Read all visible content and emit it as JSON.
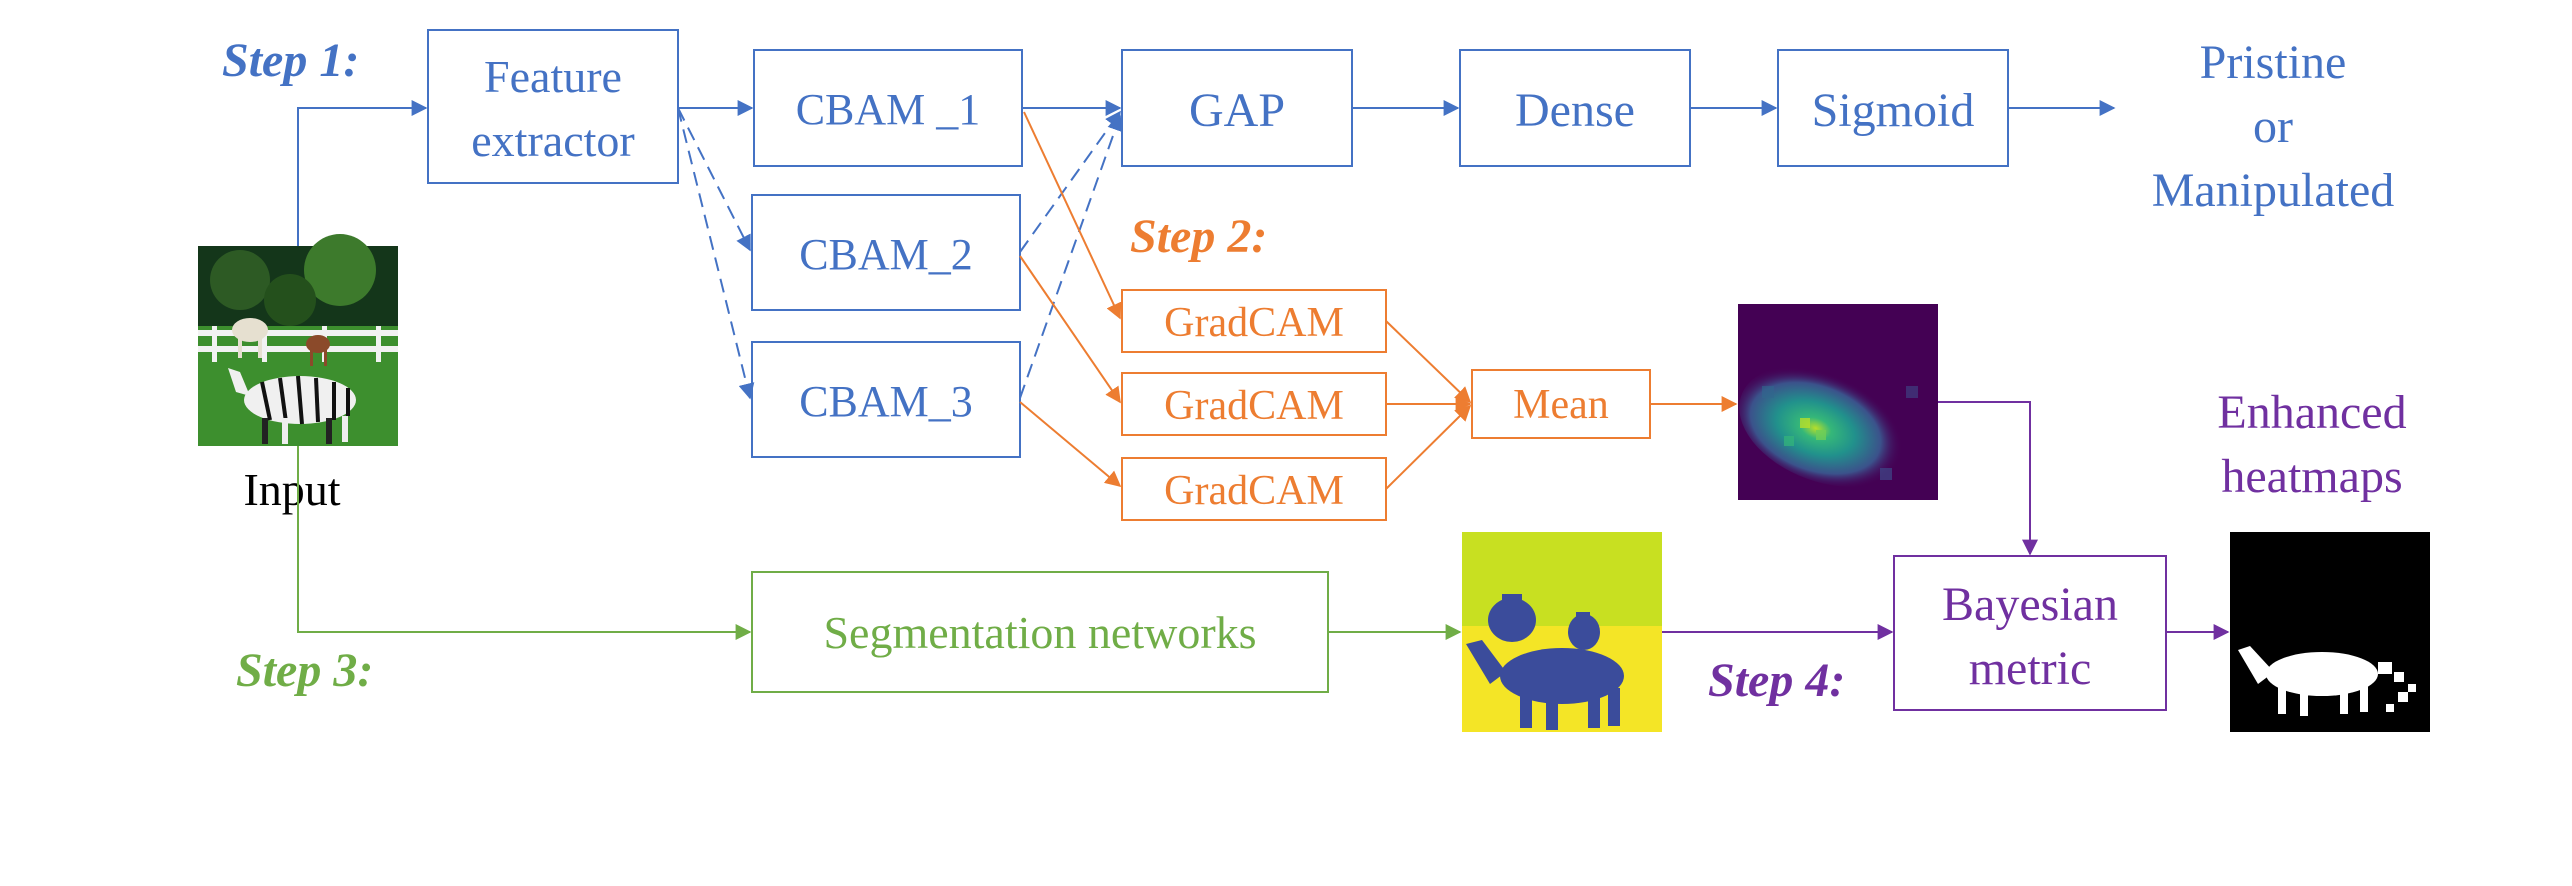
{
  "colors": {
    "blue": "#4472C4",
    "orange": "#ED7D31",
    "green": "#70AD47",
    "purple": "#7030A0",
    "black": "#000000"
  },
  "steps": {
    "step1": "Step 1:",
    "step2": "Step 2:",
    "step3": "Step 3:",
    "step4": "Step 4:"
  },
  "input": {
    "label": "Input",
    "image": "zebra-and-horses-photo"
  },
  "classification_branch": {
    "feature_extractor": [
      "Feature",
      "extractor"
    ],
    "cbam": [
      "CBAM _1",
      "CBAM_2",
      "CBAM_3"
    ],
    "gap": "GAP",
    "dense": "Dense",
    "sigmoid": "Sigmoid",
    "output": [
      "Pristine",
      "or",
      "Manipulated"
    ]
  },
  "gradcam_branch": {
    "gradcam": [
      "GradCAM",
      "GradCAM",
      "GradCAM"
    ],
    "mean": "Mean",
    "image": "averaged-gradcam-heatmap"
  },
  "segmentation_branch": {
    "segmentation": "Segmentation networks",
    "image": "segmentation-mask"
  },
  "fusion": {
    "bayesian": [
      "Bayesian",
      "metric"
    ],
    "output_label": [
      "Enhanced",
      "heatmaps"
    ],
    "image": "enhanced-binary-heatmap"
  }
}
